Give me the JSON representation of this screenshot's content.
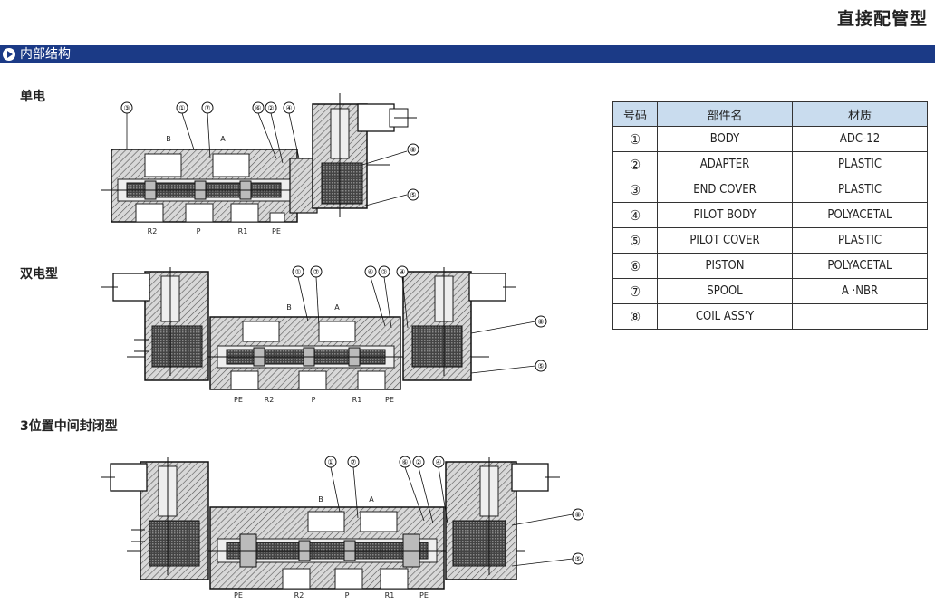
{
  "header": {
    "title": "直接配管型"
  },
  "section": {
    "title": "内部结构"
  },
  "views": [
    {
      "title": "单电",
      "labels": {
        "B": "B",
        "A": "A",
        "R2": "R2",
        "P": "P",
        "R1": "R1",
        "PE": "PE"
      },
      "callouts": [
        "③",
        "①",
        "⑦",
        "⑥",
        "②",
        "④",
        "⑧",
        "⑤"
      ]
    },
    {
      "title": "双电型",
      "labels": {
        "B": "B",
        "A": "A",
        "PE_left": "PE",
        "R2": "R2",
        "P": "P",
        "R1": "R1",
        "PE_right": "PE"
      },
      "callouts": [
        "①",
        "⑦",
        "⑥",
        "②",
        "④",
        "⑧",
        "⑤"
      ]
    },
    {
      "title": "3位置中间封闭型",
      "labels": {
        "B": "B",
        "A": "A",
        "PE_left": "PE",
        "R2": "R2",
        "P": "P",
        "R1": "R1",
        "PE_right": "PE"
      },
      "callouts": [
        "①",
        "⑦",
        "⑥",
        "②",
        "④",
        "⑧",
        "⑤"
      ]
    }
  ],
  "parts_table": {
    "headers": [
      "号码",
      "部件名",
      "材质"
    ],
    "rows": [
      [
        "①",
        "BODY",
        "ADC-12"
      ],
      [
        "②",
        "ADAPTER",
        "PLASTIC"
      ],
      [
        "③",
        "END COVER",
        "PLASTIC"
      ],
      [
        "④",
        "PILOT BODY",
        "POLYACETAL"
      ],
      [
        "⑤",
        "PILOT COVER",
        "PLASTIC"
      ],
      [
        "⑥",
        "PISTON",
        "POLYACETAL"
      ],
      [
        "⑦",
        "SPOOL",
        "A ·NBR"
      ],
      [
        "⑧",
        "COIL ASS'Y",
        ""
      ]
    ]
  },
  "colors": {
    "bar": "#1b3a86",
    "table_header": "#c9dcee"
  }
}
